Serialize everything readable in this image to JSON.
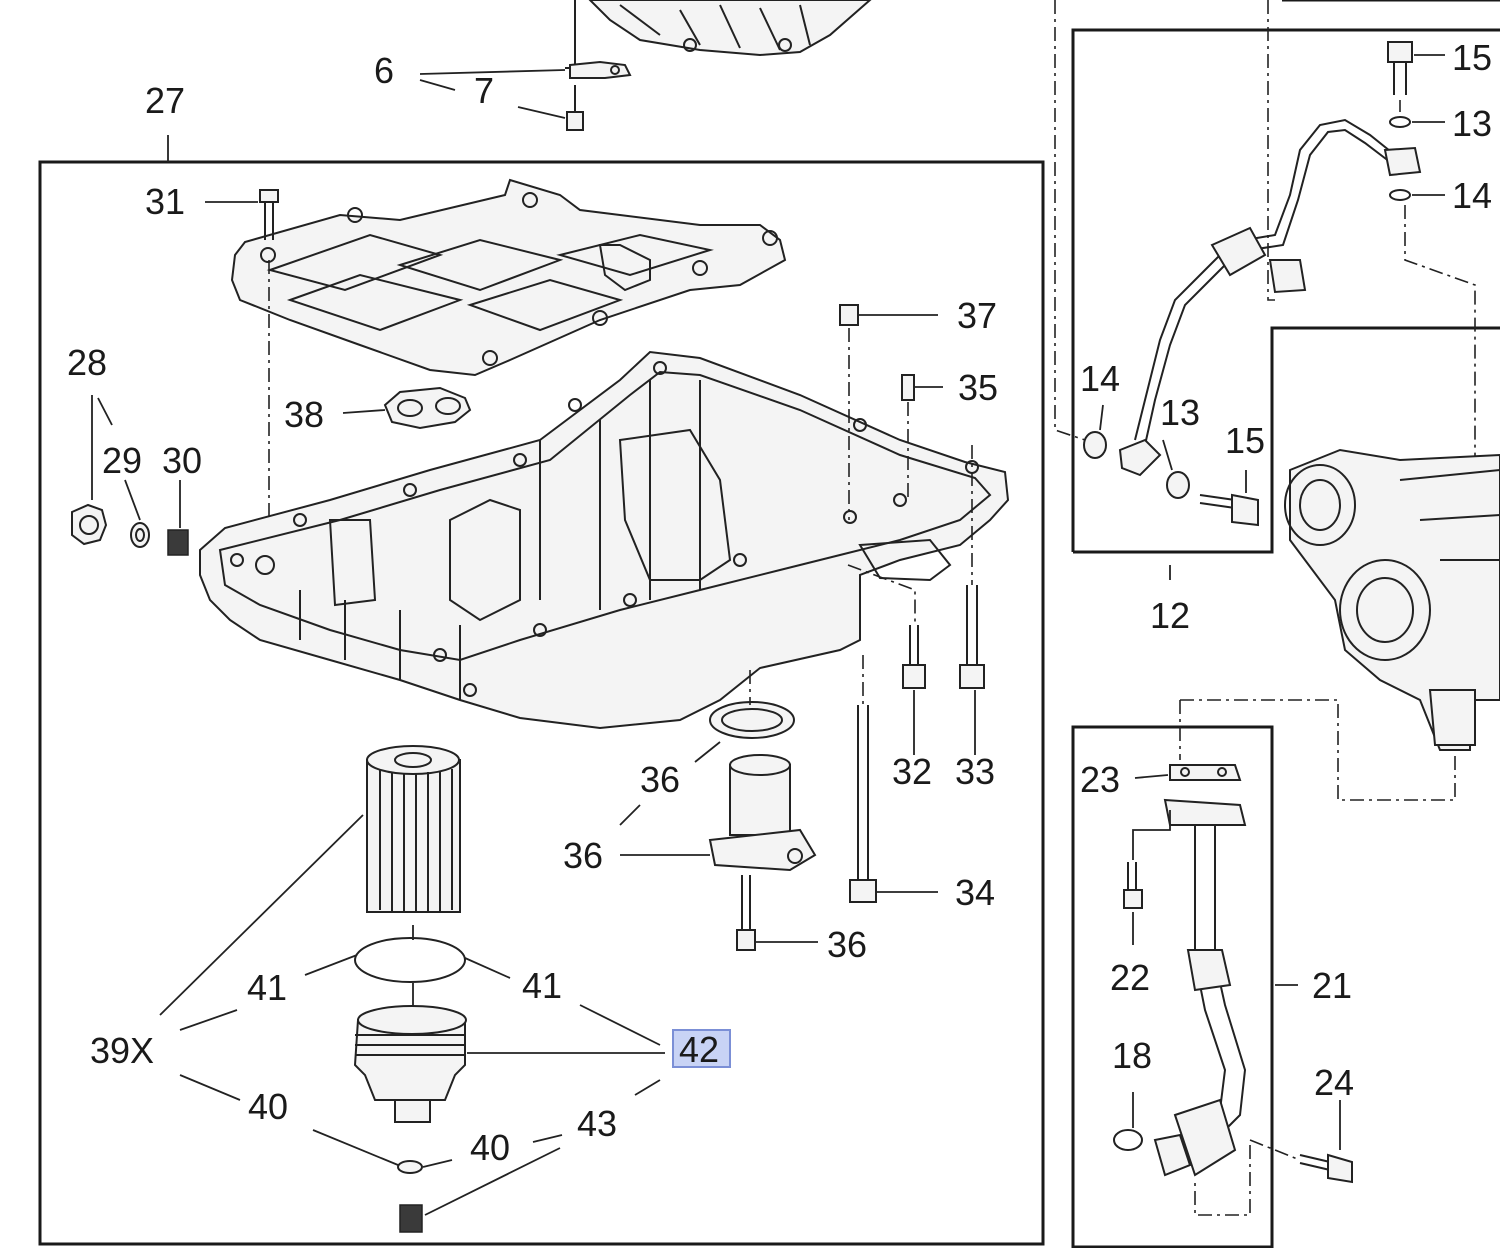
{
  "labels": {
    "p6": "6",
    "p7": "7",
    "p27": "27",
    "p31": "31",
    "p28": "28",
    "p29": "29",
    "p30": "30",
    "p38": "38",
    "p37": "37",
    "p35": "35",
    "p36a": "36",
    "p36b": "36",
    "p36c": "36",
    "p32": "32",
    "p33": "33",
    "p34": "34",
    "p41a": "41",
    "p41b": "41",
    "p39x": "39X",
    "p42": "42",
    "p40a": "40",
    "p40b": "40",
    "p43": "43",
    "p15a": "15",
    "p13a": "13",
    "p14a": "14",
    "p14b": "14",
    "p13b": "13",
    "p15b": "15",
    "p12": "12",
    "p23": "23",
    "p22": "22",
    "p21": "21",
    "p18": "18",
    "p24": "24"
  },
  "highlight": {
    "label": "42",
    "fill": "#c8d3f5",
    "border": "#7b8fd6"
  }
}
